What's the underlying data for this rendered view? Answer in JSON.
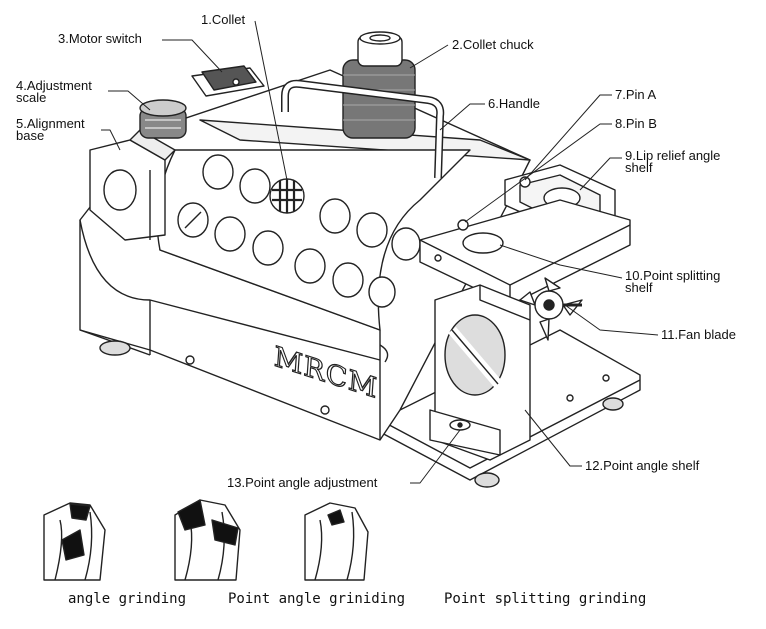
{
  "labels": {
    "collet": "1.Collet",
    "collet_chuck": "2.Collet chuck",
    "motor_switch": "3.Motor switch",
    "adjustment_scale": "4.Adjustment\nscale",
    "alignment_base": "5.Alignment\nbase",
    "handle": "6.Handle",
    "pin_a": "7.Pin A",
    "pin_b": "8.Pin B",
    "lip_relief": "9.Lip relief angle\nshelf",
    "point_splitting_shelf": "10.Point splitting\nshelf",
    "fan_blade": "11.Fan blade",
    "point_angle_shelf": "12.Point angle shelf",
    "point_angle_adjustment": "13.Point angle adjustment"
  },
  "brand": "MRCM",
  "captions": {
    "angle": "angle grinding",
    "point_angle": "Point angle griniding",
    "point_splitting": "Point splitting grinding"
  }
}
